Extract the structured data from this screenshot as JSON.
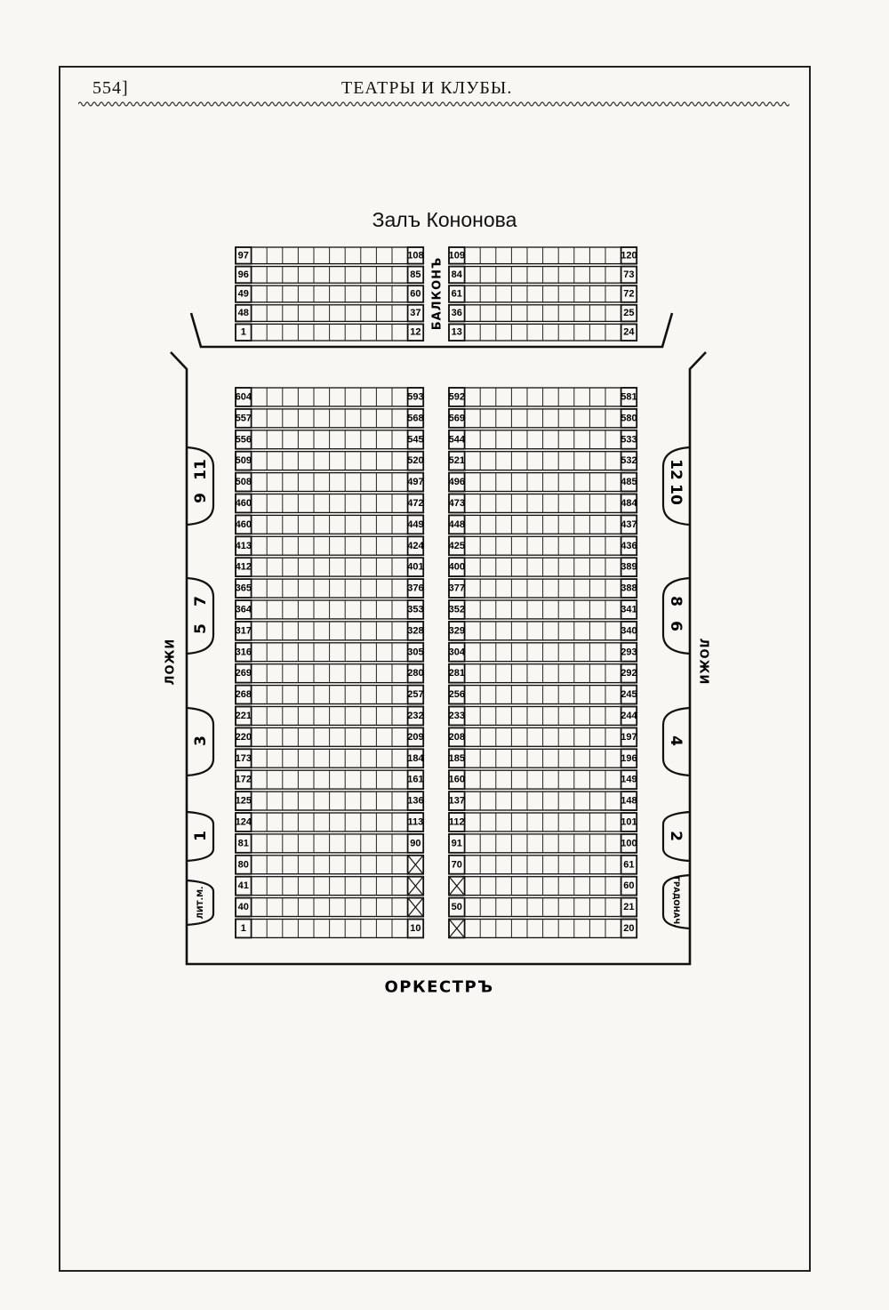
{
  "header": {
    "page_number": "554]",
    "running_title": "ТЕАТРЫ И КЛУБЫ."
  },
  "hall_title": "Залъ Кононова",
  "balcony": {
    "label": "БАЛКОНЪ",
    "left_rows": [
      {
        "start": "97",
        "end": "108"
      },
      {
        "start": "96",
        "end": "85"
      },
      {
        "start": "49",
        "end": "60"
      },
      {
        "start": "48",
        "end": "37"
      },
      {
        "start": "1",
        "end": "12"
      }
    ],
    "right_rows": [
      {
        "start": "109",
        "end": "120"
      },
      {
        "start": "84",
        "end": "73"
      },
      {
        "start": "61",
        "end": "72"
      },
      {
        "start": "36",
        "end": "25"
      },
      {
        "start": "13",
        "end": "24"
      }
    ]
  },
  "parterre": {
    "left_rows": [
      {
        "start": "604",
        "end": "593"
      },
      {
        "start": "557",
        "end": "568"
      },
      {
        "start": "556",
        "end": "545"
      },
      {
        "start": "509",
        "end": "520"
      },
      {
        "start": "508",
        "end": "497"
      },
      {
        "start": "460",
        "end": "472"
      },
      {
        "start": "460",
        "end": "449"
      },
      {
        "start": "413",
        "end": "424"
      },
      {
        "start": "412",
        "end": "401"
      },
      {
        "start": "365",
        "end": "376"
      },
      {
        "start": "364",
        "end": "353"
      },
      {
        "start": "317",
        "end": "328"
      },
      {
        "start": "316",
        "end": "305"
      },
      {
        "start": "269",
        "end": "280"
      },
      {
        "start": "268",
        "end": "257"
      },
      {
        "start": "221",
        "end": "232"
      },
      {
        "start": "220",
        "end": "209"
      },
      {
        "start": "173",
        "end": "184"
      },
      {
        "start": "172",
        "end": "161"
      },
      {
        "start": "125",
        "end": "136"
      },
      {
        "start": "124",
        "end": "113"
      },
      {
        "start": "81",
        "end": "90"
      },
      {
        "start": "80",
        "end": ""
      },
      {
        "start": "41",
        "end": ""
      },
      {
        "start": "40",
        "end": ""
      },
      {
        "start": "1",
        "end": "10"
      }
    ],
    "right_rows": [
      {
        "start": "592",
        "end": "581"
      },
      {
        "start": "569",
        "end": "580"
      },
      {
        "start": "544",
        "end": "533"
      },
      {
        "start": "521",
        "end": "532"
      },
      {
        "start": "496",
        "end": "485"
      },
      {
        "start": "473",
        "end": "484"
      },
      {
        "start": "448",
        "end": "437"
      },
      {
        "start": "425",
        "end": "436"
      },
      {
        "start": "400",
        "end": "389"
      },
      {
        "start": "377",
        "end": "388"
      },
      {
        "start": "352",
        "end": "341"
      },
      {
        "start": "329",
        "end": "340"
      },
      {
        "start": "304",
        "end": "293"
      },
      {
        "start": "281",
        "end": "292"
      },
      {
        "start": "256",
        "end": "245"
      },
      {
        "start": "233",
        "end": "244"
      },
      {
        "start": "208",
        "end": "197"
      },
      {
        "start": "185",
        "end": "196"
      },
      {
        "start": "160",
        "end": "149"
      },
      {
        "start": "137",
        "end": "148"
      },
      {
        "start": "112",
        "end": "101"
      },
      {
        "start": "91",
        "end": "100"
      },
      {
        "start": "70",
        "end": "61"
      },
      {
        "start": "",
        "end": "60"
      },
      {
        "start": "50",
        "end": "21"
      },
      {
        "start": "",
        "end": "20"
      }
    ]
  },
  "boxes": {
    "side_label": "ЛОЖИ",
    "left": [
      "9",
      "11",
      "5",
      "7",
      "3",
      "1",
      "ЛИТ.М."
    ],
    "right": [
      "12",
      "10",
      "8",
      "6",
      "4",
      "2",
      "ГРАДОНАЧ."
    ]
  },
  "orchestra_label": "ОРКЕСТРЪ"
}
